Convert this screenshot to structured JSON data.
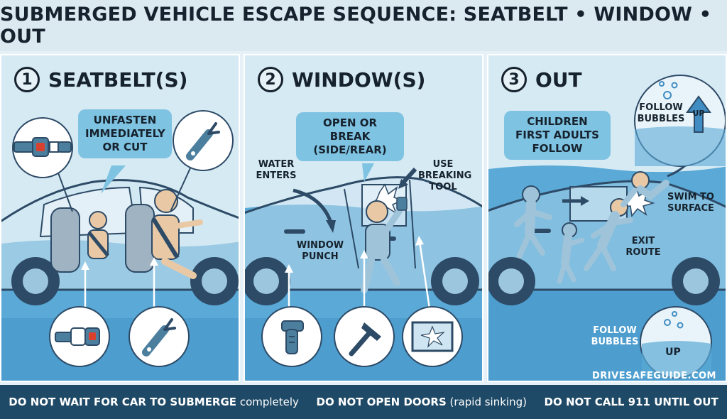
{
  "title": "SUBMERGED VEHICLE ESCAPE SEQUENCE: SEATBELT • WINDOW • OUT",
  "panels": [
    {
      "num": "1",
      "heading": "SEATBELT(S)",
      "callout": "UNFASTEN IMMEDIATELY OR CUT"
    },
    {
      "num": "2",
      "heading": "WINDOW(S)",
      "callout": "OPEN OR BREAK (SIDE/REAR)",
      "labels": {
        "water": "WATER ENTERS",
        "tool": "USE BREAKING TOOL",
        "punch": "WINDOW PUNCH"
      }
    },
    {
      "num": "3",
      "heading": "OUT",
      "callout": "CHILDREN FIRST ADULTS FOLLOW",
      "labels": {
        "follow_top": "FOLLOW BUBBLES",
        "up_top": "UP",
        "swim": "SWIM TO SURFACE",
        "exit": "EXIT ROUTE",
        "follow_bottom": "FOLLOW BUBBLES",
        "up_bottom": "UP",
        "brand": "DRIVESAFEGUIDE.COM"
      }
    }
  ],
  "warnings": [
    {
      "strong": "DO NOT WAIT FOR CAR TO SUBMERGE",
      "rest": "completely"
    },
    {
      "strong": "DO NOT OPEN DOORS",
      "rest": "(rapid sinking)"
    },
    {
      "strong": "DO NOT CALL 911 UNTIL OUT",
      "rest": ""
    }
  ],
  "colors": {
    "water": "#5aa9d6",
    "water_deep": "#3f8dc2",
    "sky": "#d6eaf4",
    "outline": "#2d4a66",
    "seatbelt_red": "#d9412e",
    "callout": "#7fc3e2",
    "bottom_bar": "#1f4a67"
  },
  "icons": [
    "seatbelt-buckle-icon",
    "cutter-icon",
    "window-punch-icon",
    "hammer-icon",
    "broken-glass-icon",
    "up-arrow-icon",
    "bubbles-icon"
  ]
}
